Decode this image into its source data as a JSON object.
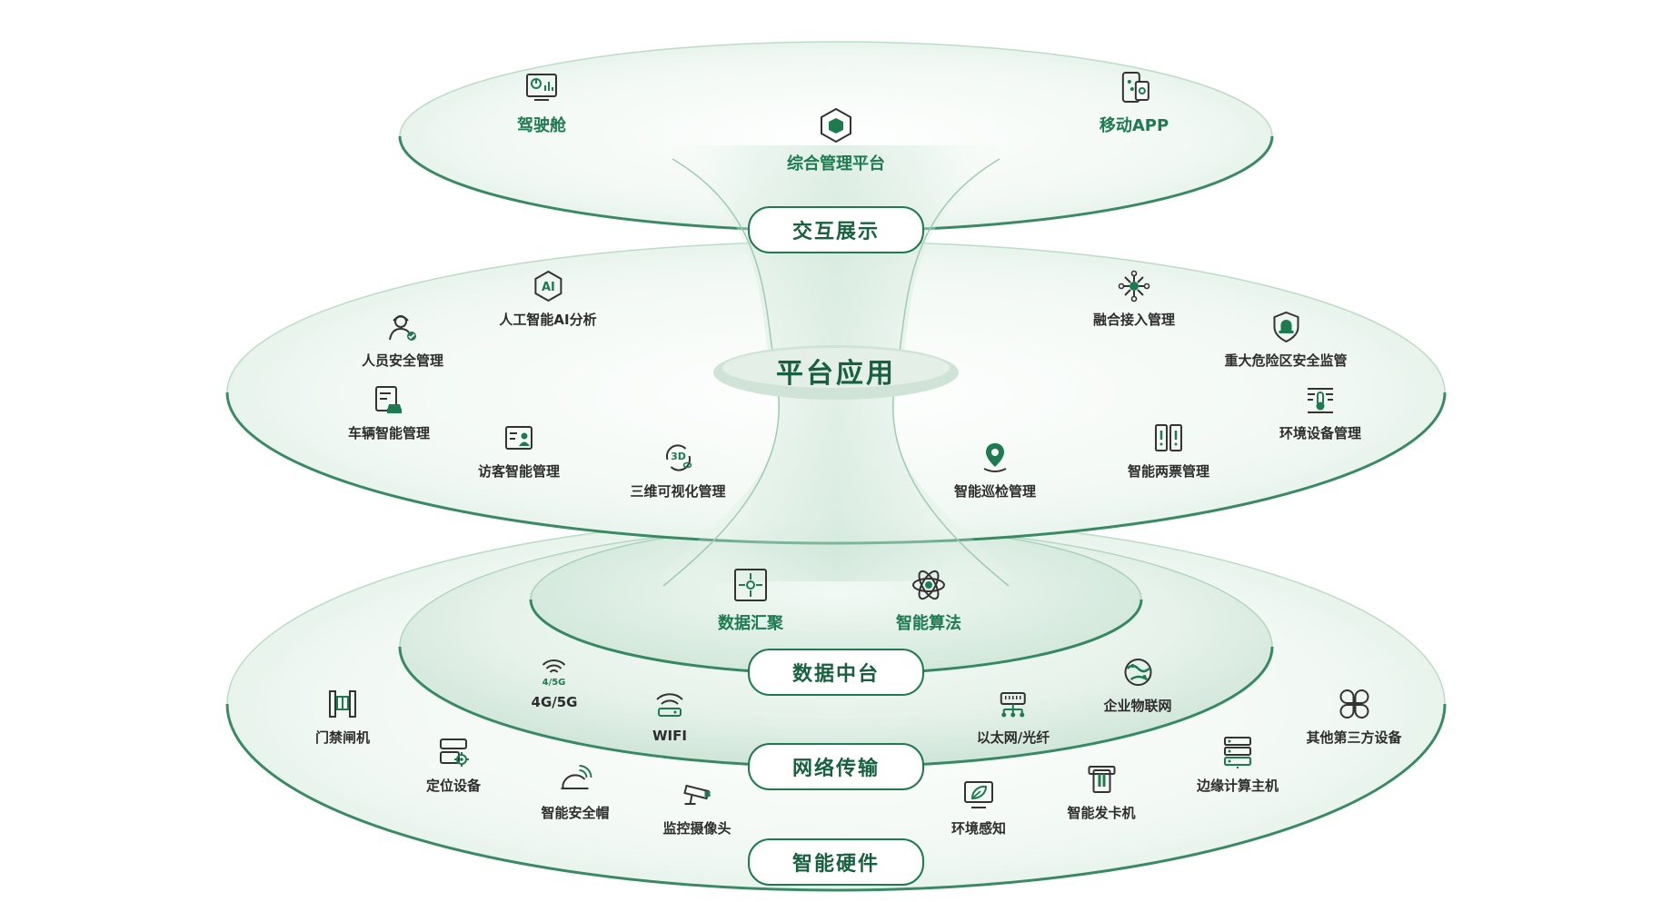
{
  "layers": {
    "display": {
      "label": "交互展示",
      "items": [
        {
          "label": "驾驶舱",
          "icon": "dashboard-icon"
        },
        {
          "label": "综合管理平台",
          "icon": "cube-icon"
        },
        {
          "label": "移动APP",
          "icon": "mobile-app-icon"
        }
      ]
    },
    "platform": {
      "label": "平台应用",
      "items": [
        {
          "label": "人工智能AI分析",
          "icon": "ai-icon",
          "badge": "AI"
        },
        {
          "label": "人员安全管理",
          "icon": "worker-safety-icon"
        },
        {
          "label": "车辆智能管理",
          "icon": "vehicle-icon"
        },
        {
          "label": "访客智能管理",
          "icon": "visitor-icon"
        },
        {
          "label": "三维可视化管理",
          "icon": "3d-view-icon",
          "badge": "3D"
        },
        {
          "label": "智能巡检管理",
          "icon": "location-pin-icon"
        },
        {
          "label": "智能两票管理",
          "icon": "ticket-icon"
        },
        {
          "label": "融合接入管理",
          "icon": "network-hub-icon"
        },
        {
          "label": "重大危险区安全监管",
          "icon": "danger-shield-icon"
        },
        {
          "label": "环境设备管理",
          "icon": "env-device-icon"
        }
      ]
    },
    "data": {
      "label": "数据中台",
      "items": [
        {
          "label": "数据汇聚",
          "icon": "data-converge-icon"
        },
        {
          "label": "智能算法",
          "icon": "atom-icon"
        }
      ]
    },
    "network": {
      "label": "网络传输",
      "items": [
        {
          "label": "4G/5G",
          "icon": "cellular-icon",
          "badge": "4/5G"
        },
        {
          "label": "WIFI",
          "icon": "wifi-icon"
        },
        {
          "label": "以太网/光纤",
          "icon": "ethernet-icon"
        },
        {
          "label": "企业物联网",
          "icon": "globe-network-icon"
        }
      ]
    },
    "hardware": {
      "label": "智能硬件",
      "items": [
        {
          "label": "门禁闸机",
          "icon": "gate-icon"
        },
        {
          "label": "定位设备",
          "icon": "locator-icon"
        },
        {
          "label": "智能安全帽",
          "icon": "helmet-icon"
        },
        {
          "label": "监控摄像头",
          "icon": "camera-icon"
        },
        {
          "label": "环境感知",
          "icon": "env-sensor-icon"
        },
        {
          "label": "智能发卡机",
          "icon": "card-machine-icon"
        },
        {
          "label": "边缘计算主机",
          "icon": "server-icon"
        },
        {
          "label": "其他第三方设备",
          "icon": "third-party-icon"
        }
      ]
    }
  },
  "colors": {
    "accent": "#1e7a4f",
    "accent_dark": "#17613f",
    "fill_light": "#eaf4ee",
    "fill_mid": "#d2e8db"
  }
}
